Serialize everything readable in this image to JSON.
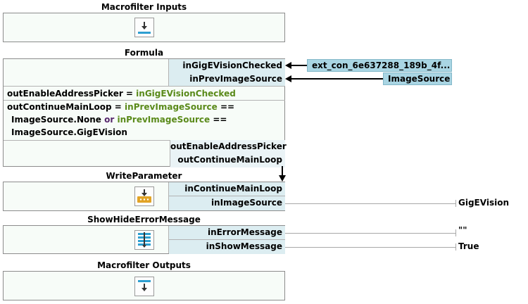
{
  "macro_inputs": {
    "title": "Macrofilter Inputs"
  },
  "formula": {
    "title": "Formula",
    "inputs": [
      "inGigEVisionChecked",
      "inPrevImageSource"
    ],
    "line1_out": "outEnableAddressPicker",
    "line1_eq": " = ",
    "line1_var": "inGigEVisionChecked",
    "line2_out": "outContinueMainLoop",
    "line2_eq": " = ",
    "line2_var": "inPrevImageSource",
    "line2_tail": " ==",
    "line3_a": "ImageSource.None ",
    "line3_or": "or",
    "line3_var": " inPrevImageSource",
    "line3_tail": " ==",
    "line4": "ImageSource.GigEVision",
    "outputs": [
      "outEnableAddressPicker",
      "outContinueMainLoop"
    ]
  },
  "sources": {
    "ext_con": "ext_con_6e637288_189b_4f...",
    "image_source": "ImageSource"
  },
  "write_parameter": {
    "title": "WriteParameter",
    "inputs": [
      "inContinueMainLoop",
      "inImageSource"
    ],
    "image_source_value": "GigEVision"
  },
  "show_hide": {
    "title": "ShowHideErrorMessage",
    "inputs": [
      "inErrorMessage",
      "inShowMessage"
    ],
    "error_message_value": "\"\"",
    "show_message_value": "True"
  },
  "macro_outputs": {
    "title": "Macrofilter Outputs"
  },
  "colors": {
    "port_bg": "#dcedf1",
    "chip_bg": "#a9d5e3",
    "keyword": "#55256b",
    "variable": "#5a8a1a",
    "icon_accent": "#2d9fd0",
    "writer_icon": "#e1a325"
  }
}
